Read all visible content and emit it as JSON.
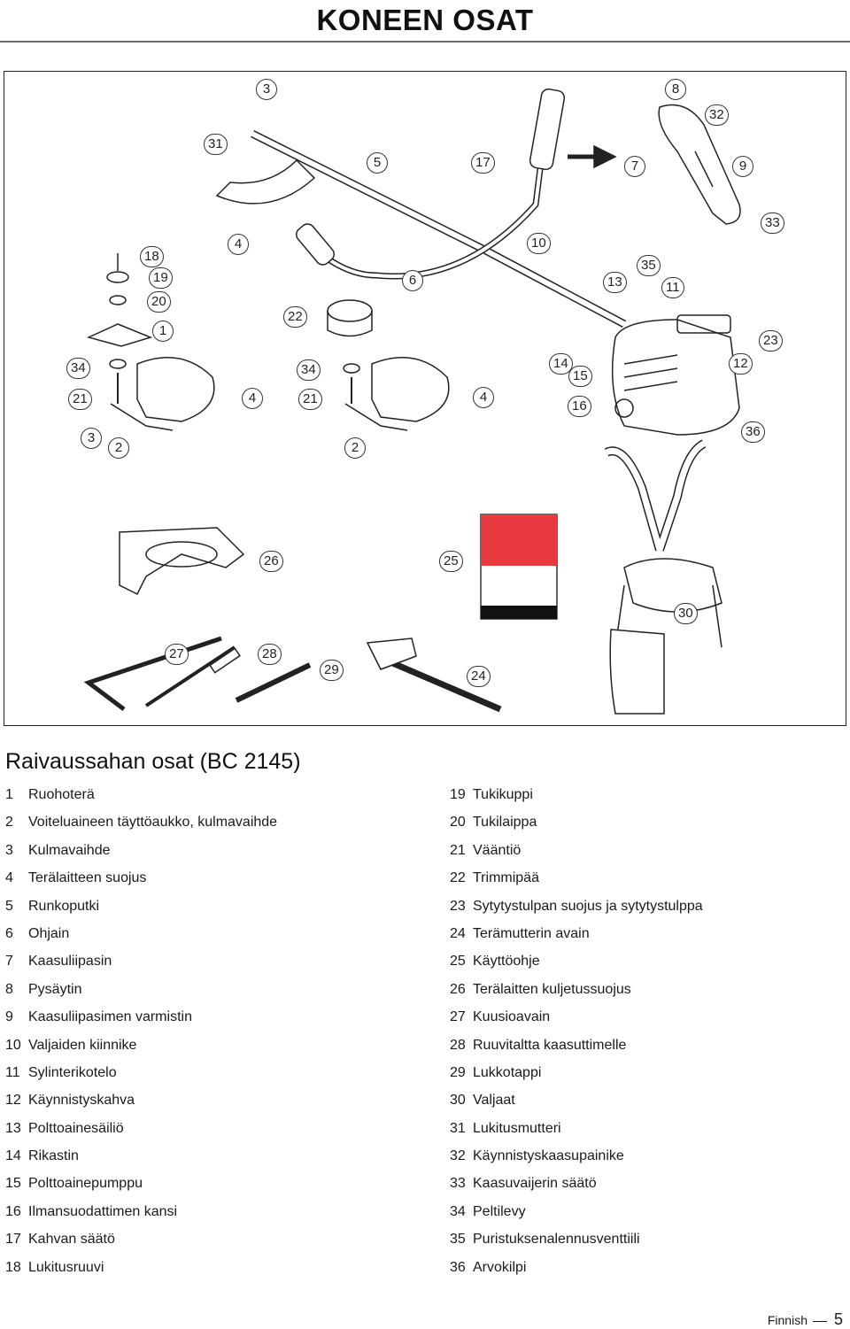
{
  "page": {
    "title": "KONEEN OSAT",
    "section_title": "Raivaussahan osat (BC 2145)",
    "footer_language": "Finnish",
    "footer_page": "5"
  },
  "figure": {
    "callouts": [
      "3",
      "8",
      "32",
      "31",
      "5",
      "17",
      "7",
      "9",
      "33",
      "10",
      "4",
      "18",
      "19",
      "20",
      "1",
      "6",
      "22",
      "35",
      "13",
      "11",
      "23",
      "34",
      "21",
      "3",
      "2",
      "34",
      "21",
      "2",
      "4",
      "4",
      "14",
      "15",
      "16",
      "12",
      "36",
      "26",
      "25",
      "30",
      "27",
      "28",
      "29",
      "24"
    ]
  },
  "parts_left": [
    {
      "num": "1",
      "label": "Ruohoterä"
    },
    {
      "num": "2",
      "label": "Voiteluaineen täyttöaukko, kulmavaihde"
    },
    {
      "num": "3",
      "label": "Kulmavaihde"
    },
    {
      "num": "4",
      "label": "Terälaitteen suojus"
    },
    {
      "num": "5",
      "label": "Runkoputki"
    },
    {
      "num": "6",
      "label": "Ohjain"
    },
    {
      "num": "7",
      "label": "Kaasuliipasin"
    },
    {
      "num": "8",
      "label": "Pysäytin"
    },
    {
      "num": "9",
      "label": "Kaasuliipasimen varmistin"
    },
    {
      "num": "10",
      "label": "Valjaiden kiinnike"
    },
    {
      "num": "11",
      "label": "Sylinterikotelo"
    },
    {
      "num": "12",
      "label": "Käynnistyskahva"
    },
    {
      "num": "13",
      "label": "Polttoainesäiliö"
    },
    {
      "num": "14",
      "label": "Rikastin"
    },
    {
      "num": "15",
      "label": "Polttoainepumppu"
    },
    {
      "num": "16",
      "label": "Ilmansuodattimen kansi"
    },
    {
      "num": "17",
      "label": "Kahvan säätö"
    },
    {
      "num": "18",
      "label": "Lukitusruuvi"
    }
  ],
  "parts_right": [
    {
      "num": "19",
      "label": "Tukikuppi"
    },
    {
      "num": "20",
      "label": "Tukilaippa"
    },
    {
      "num": "21",
      "label": "Vääntiö"
    },
    {
      "num": "22",
      "label": "Trimmipää"
    },
    {
      "num": "23",
      "label": "Sytytystulpan suojus ja sytytystulppa"
    },
    {
      "num": "24",
      "label": "Terämutterin avain"
    },
    {
      "num": "25",
      "label": "Käyttöohje"
    },
    {
      "num": "26",
      "label": "Terälaitten kuljetussuojus"
    },
    {
      "num": "27",
      "label": "Kuusioavain"
    },
    {
      "num": "28",
      "label": "Ruuvitaltta kaasuttimelle"
    },
    {
      "num": "29",
      "label": "Lukkotappi"
    },
    {
      "num": "30",
      "label": "Valjaat"
    },
    {
      "num": "31",
      "label": "Lukitusmutteri"
    },
    {
      "num": "32",
      "label": "Käynnistyskaasupainike"
    },
    {
      "num": "33",
      "label": "Kaasuvaijerin säätö"
    },
    {
      "num": "34",
      "label": "Peltilevy"
    },
    {
      "num": "35",
      "label": "Puristuksenalennusventtiili"
    },
    {
      "num": "36",
      "label": "Arvokilpi"
    }
  ],
  "colors": {
    "manual_red": "#e8393f",
    "manual_black": "#111111"
  }
}
